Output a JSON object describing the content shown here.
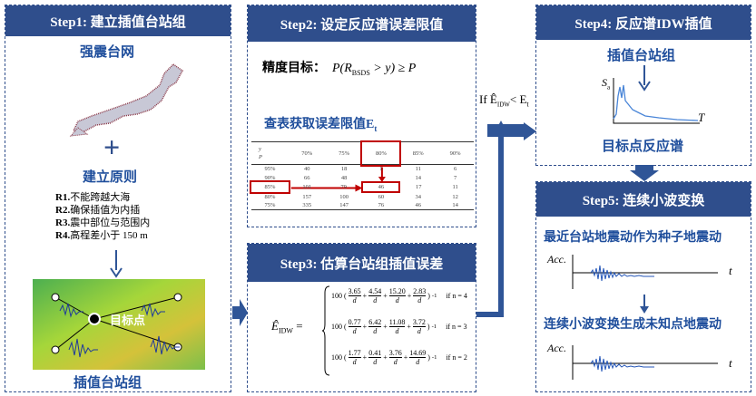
{
  "step1": {
    "title": "Step1: 建立插值台站组",
    "network": "强震台网",
    "plus": "+",
    "principle_title": "建立原则",
    "rules": [
      {
        "id": "R1.",
        "text": "不能跨越大海"
      },
      {
        "id": "R2.",
        "text": "确保插值为内插"
      },
      {
        "id": "R3.",
        "text": "震中部位与范围内"
      },
      {
        "id": "R4.",
        "text": "高程差小于 150 m"
      }
    ],
    "target_label": "目标点",
    "group_label": "插值台站组"
  },
  "step2": {
    "title": "Step2: 设定反应谱误差限值",
    "precision_label": "精度目标：",
    "precision_formula": "P(R",
    "precision_sub": "BSDS",
    "precision_tail": " > y) ≥ P",
    "lookup_label": "查表获取误差限值E",
    "lookup_sub": "t",
    "table": {
      "corner_y": "y",
      "corner_p": "P",
      "columns": [
        "70%",
        "75%",
        "80%",
        "85%",
        "90%"
      ],
      "rows": [
        {
          "p": "95%",
          "v": [
            "40",
            "18",
            "1",
            "11",
            "6"
          ]
        },
        {
          "p": "90%",
          "v": [
            "66",
            "48",
            "",
            "14",
            "7"
          ]
        },
        {
          "p": "85%",
          "v": [
            "101",
            "79",
            "46",
            "17",
            "11"
          ]
        },
        {
          "p": "80%",
          "v": [
            "157",
            "100",
            "60",
            "34",
            "12"
          ]
        },
        {
          "p": "75%",
          "v": [
            "335",
            "147",
            "76",
            "46",
            "14"
          ]
        }
      ]
    }
  },
  "condition": {
    "text": "If Ê",
    "sub": "IDW",
    "tail": "< E",
    "tail_sub": "t"
  },
  "step3": {
    "title": "Step3: 估算台站组插值误差",
    "lhs": "Ê",
    "lhs_sub": "IDW",
    "lhs_eq": "=",
    "cases": [
      {
        "coef": [
          "3.65",
          "4.54",
          "15.20",
          "2.83"
        ],
        "cond": "if n = 4"
      },
      {
        "coef": [
          "0.77",
          "6.42",
          "11.08",
          "3.72"
        ],
        "cond": "if n = 3"
      },
      {
        "coef": [
          "1.77",
          "0.41",
          "3.76",
          "14.69"
        ],
        "cond": "if n = 2"
      }
    ],
    "denom": "d",
    "prefix": "100"
  },
  "step4": {
    "title": "Step4: 反应谱IDW插值",
    "group_label": "插值台站组",
    "sa_label": "S",
    "sa_sub": "a",
    "t_label": "T",
    "result_label": "目标点反应谱"
  },
  "step5": {
    "title": "Step5: 连续小波变换",
    "seed_label": "最近台站地震动作为种子地震动",
    "acc_label": "Acc.",
    "t_label": "t",
    "generate_label": "连续小波变换生成未知点地震动"
  },
  "colors": {
    "header": "#2F4E8C",
    "arrow": "#2F5597",
    "highlight": "#C00000"
  }
}
